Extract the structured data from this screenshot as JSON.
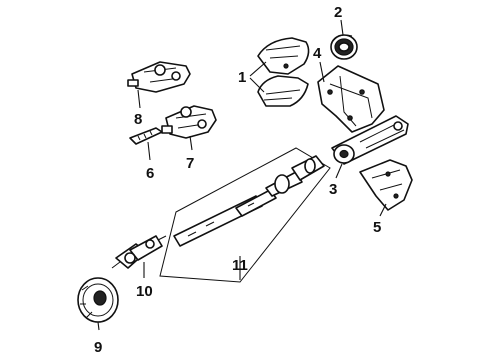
{
  "callouts": {
    "c1": "1",
    "c2": "2",
    "c3": "3",
    "c4": "4",
    "c5": "5",
    "c6": "6",
    "c7": "7",
    "c8": "8",
    "c9": "9",
    "c10": "10",
    "c11": "11"
  }
}
